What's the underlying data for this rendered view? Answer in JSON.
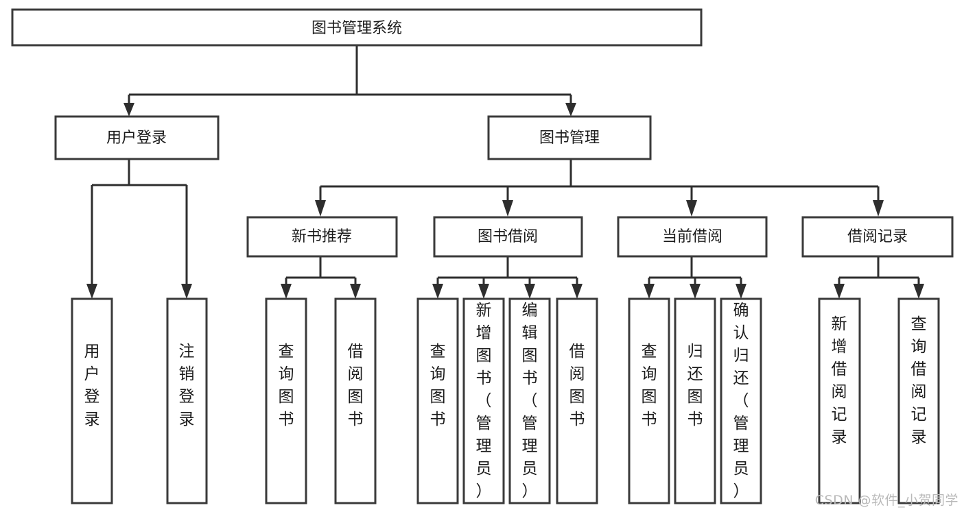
{
  "diagram": {
    "type": "tree-hierarchy-chart",
    "title": "图书管理系统",
    "watermark": "CSDN @软件_小贺同学",
    "colors": {
      "box_fill": "#ffffff",
      "box_stroke": "#3a3a3a",
      "edge": "#2e2e2e",
      "text": "#1b1b1b",
      "watermark": "#b9b9b9",
      "background": "#ffffff"
    },
    "levels": [
      {
        "level": 1,
        "nodes": [
          {
            "id": "root",
            "label": "图书管理系统",
            "orientation": "horizontal"
          }
        ]
      },
      {
        "level": 2,
        "nodes": [
          {
            "id": "user-login",
            "label": "用户登录",
            "parent": "root",
            "orientation": "horizontal"
          },
          {
            "id": "book-management",
            "label": "图书管理",
            "parent": "root",
            "orientation": "horizontal"
          }
        ]
      },
      {
        "level": 3,
        "nodes": [
          {
            "id": "new-book-recommend",
            "label": "新书推荐",
            "parent": "book-management",
            "orientation": "horizontal"
          },
          {
            "id": "book-borrow",
            "label": "图书借阅",
            "parent": "book-management",
            "orientation": "horizontal"
          },
          {
            "id": "current-borrow",
            "label": "当前借阅",
            "parent": "book-management",
            "orientation": "horizontal"
          },
          {
            "id": "borrow-record",
            "label": "借阅记录",
            "parent": "book-management",
            "orientation": "horizontal"
          }
        ]
      },
      {
        "level": 4,
        "nodes": [
          {
            "id": "leaf-user-login",
            "label": "用户登录",
            "parent": "user-login",
            "orientation": "vertical"
          },
          {
            "id": "leaf-user-logout",
            "label": "注销登录",
            "parent": "user-login",
            "orientation": "vertical"
          },
          {
            "id": "leaf-query-book-1",
            "label": "查询图书",
            "parent": "new-book-recommend",
            "orientation": "vertical"
          },
          {
            "id": "leaf-borrow-book-1",
            "label": "借阅图书",
            "parent": "new-book-recommend",
            "orientation": "vertical"
          },
          {
            "id": "leaf-query-book-2",
            "label": "查询图书",
            "parent": "book-borrow",
            "orientation": "vertical"
          },
          {
            "id": "leaf-add-book",
            "label": "新增图书（管理员）",
            "parent": "book-borrow",
            "orientation": "vertical"
          },
          {
            "id": "leaf-edit-book",
            "label": "编辑图书（管理员）",
            "parent": "book-borrow",
            "orientation": "vertical"
          },
          {
            "id": "leaf-borrow-book-2",
            "label": "借阅图书",
            "parent": "book-borrow",
            "orientation": "vertical"
          },
          {
            "id": "leaf-query-book-3",
            "label": "查询图书",
            "parent": "current-borrow",
            "orientation": "vertical"
          },
          {
            "id": "leaf-return-book",
            "label": "归还图书",
            "parent": "current-borrow",
            "orientation": "vertical"
          },
          {
            "id": "leaf-confirm-return",
            "label": "确认归还（管理员）",
            "parent": "current-borrow",
            "orientation": "vertical"
          },
          {
            "id": "leaf-add-record",
            "label": "新增借阅记录",
            "parent": "borrow-record",
            "orientation": "vertical"
          },
          {
            "id": "leaf-query-record",
            "label": "查询借阅记录",
            "parent": "borrow-record",
            "orientation": "vertical"
          }
        ]
      }
    ]
  }
}
